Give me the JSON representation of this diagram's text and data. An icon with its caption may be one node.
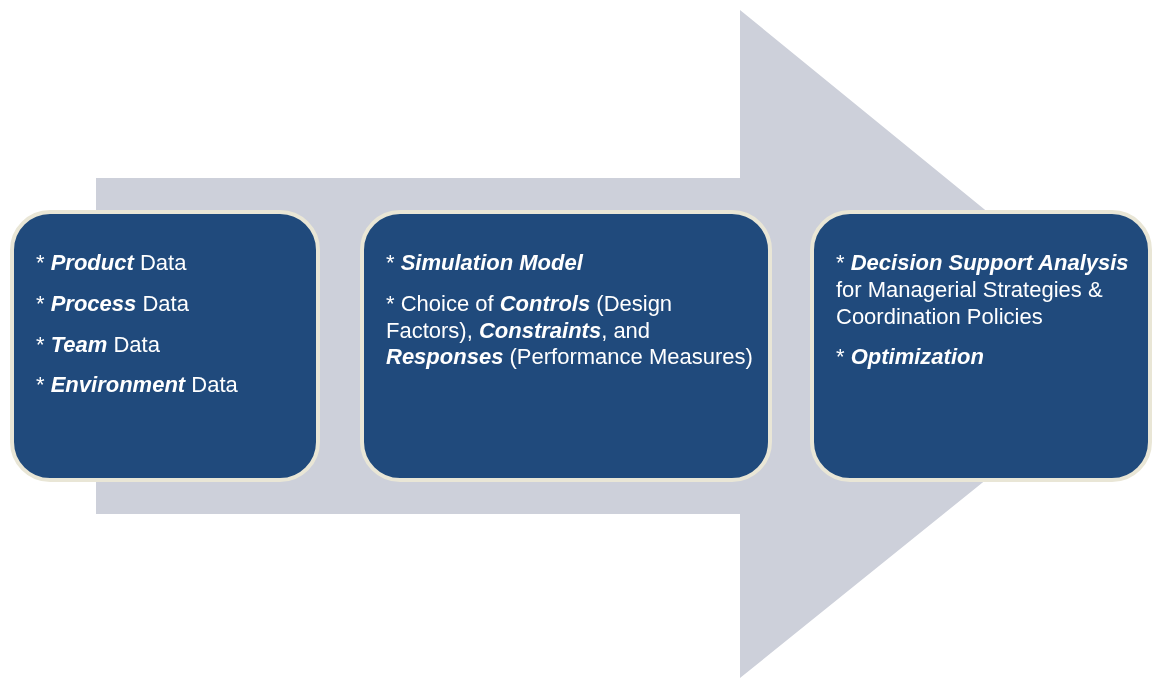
{
  "diagram": {
    "nodes": [
      {
        "text": [
          "* **Product** Data",
          "* **Process** Data",
          "* **Team** Data",
          "* **Environment** Data"
        ]
      },
      {
        "text": [
          "* **Simulation Model**",
          "* Choice of **Controls** (Design Factors), **Constraints**, and **Responses** (Performance Measures)"
        ]
      },
      {
        "text": [
          "* **Decision Support Analysis** for Managerial Strategies & Coordination Policies",
          "* **Optimization**"
        ]
      }
    ],
    "edges": [
      {
        "from": 0,
        "to": 2,
        "arrow": "to"
      }
    ]
  }
}
